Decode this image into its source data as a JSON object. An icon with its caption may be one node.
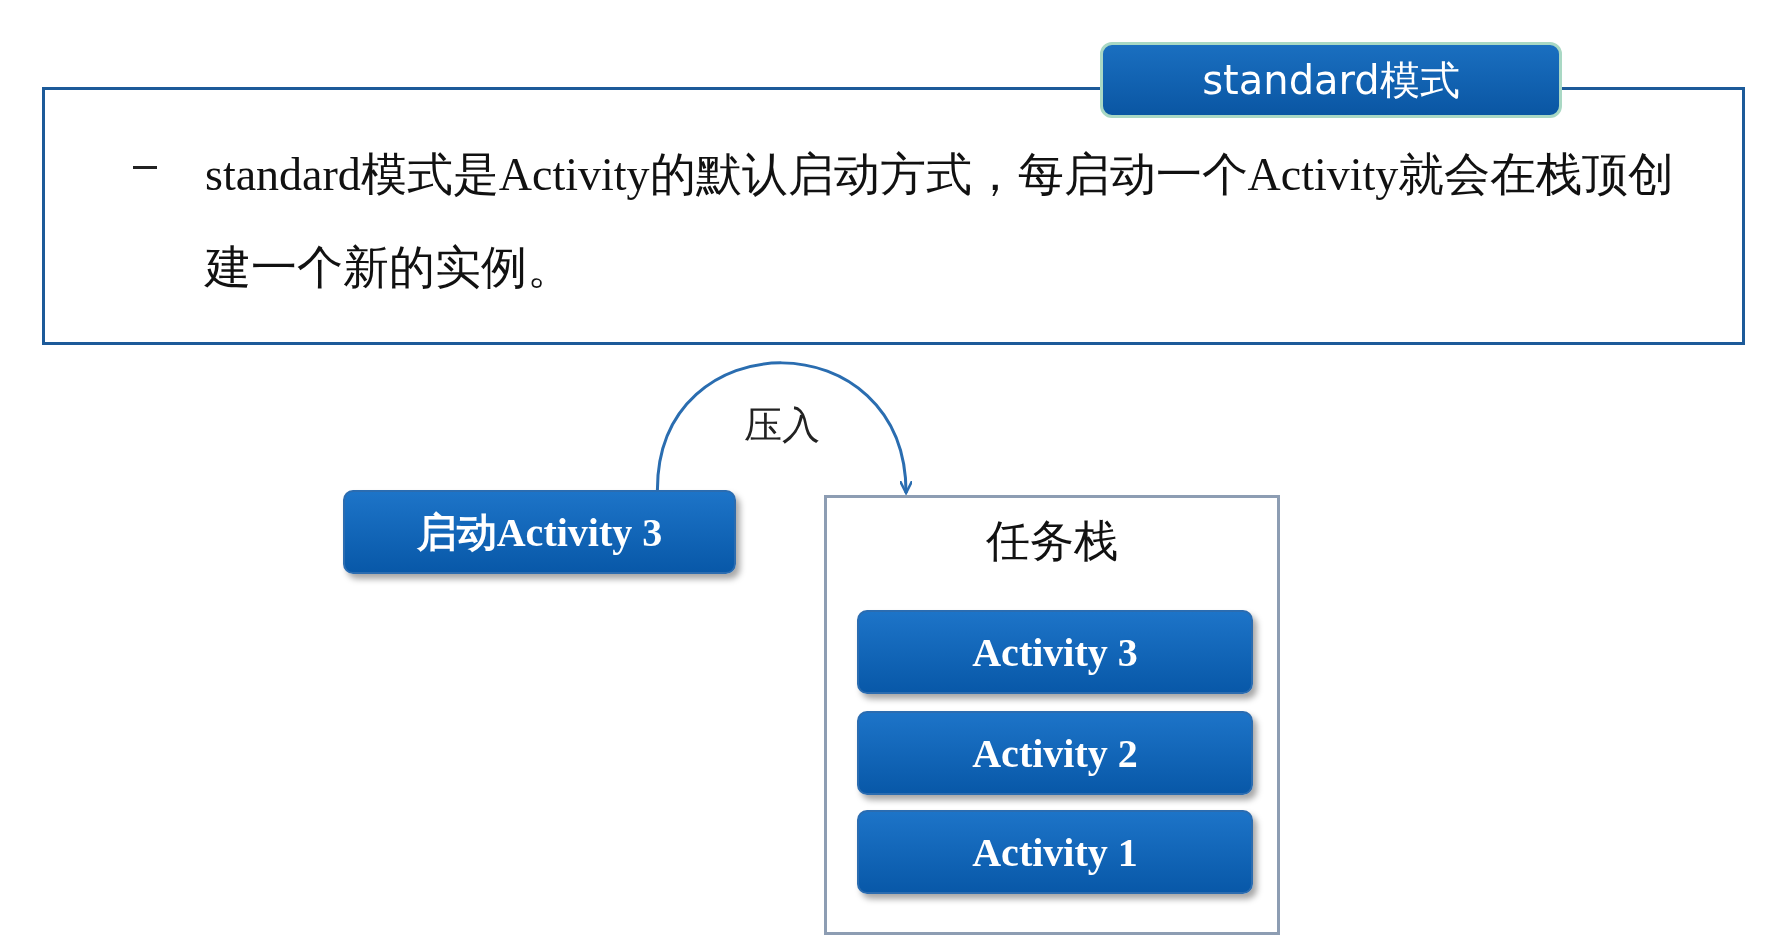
{
  "diagram": {
    "nodes": [
      {
        "text": [
          "standard模式"
        ]
      },
      {
        "text": [
          "standard模式是Activity的默认启动方式，每启动一个Activity就会在栈顶创建一个新的实例。"
        ]
      },
      {
        "text": [
          "启动Activity 3"
        ]
      },
      {
        "text": [
          "任务栈"
        ]
      },
      {
        "text": [
          "Activity 3"
        ],
        "in": 3
      },
      {
        "text": [
          "Activity 2"
        ],
        "in": 3
      },
      {
        "text": [
          "Activity 1"
        ],
        "in": 3
      }
    ],
    "edges": [
      {
        "from": 2,
        "to": 3,
        "arrow": "to",
        "label": "压入"
      }
    ]
  }
}
